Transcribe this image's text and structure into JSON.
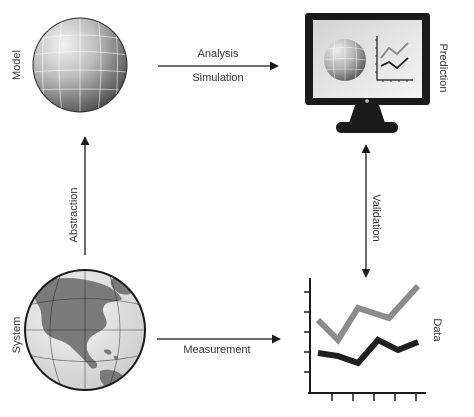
{
  "nodes": {
    "model": "Model",
    "prediction": "Prediction",
    "system": "System",
    "data": "Data"
  },
  "arrows": {
    "model_to_prediction": [
      "Analysis",
      "Simulation"
    ],
    "system_to_data": "Measurement",
    "system_to_model": "Abstraction",
    "prediction_data": "Validation"
  },
  "icons": {
    "model": "faceted-sphere-icon",
    "prediction": "computer-monitor-icon",
    "system": "globe-icon",
    "data": "line-chart-icon"
  },
  "colors": {
    "stroke": "#1a1a1a",
    "text": "#333333",
    "sphere_light": "#e6e6e6",
    "sphere_dark": "#5a5a5a",
    "globe_land": "#7a7a7a",
    "globe_ocean": "#ebebeb",
    "data_line_upper": "#8c8c8c",
    "data_line_lower": "#1f1f1f"
  }
}
